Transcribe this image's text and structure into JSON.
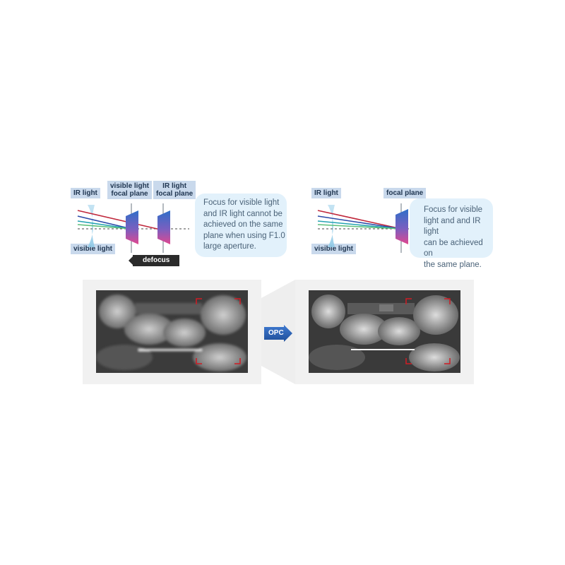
{
  "left_diagram": {
    "labels": {
      "ir_light": "IR light",
      "visible_focal_plane": "visible light\nfocal plane",
      "ir_focal_plane": "IR light\nfocal plane",
      "visible_light": "visible light",
      "defocus": "defocus"
    },
    "callout": "Focus for visible light\nand IR light cannot be\nachieved on the same\nplane when using F1.0\nlarge aperture."
  },
  "right_diagram": {
    "labels": {
      "ir_light": "IR light",
      "focal_plane": "focal plane",
      "visible_light": "visible light"
    },
    "callout": "Focus for visible\nlight and and IR light\ncan be achieved on\nthe same plane."
  },
  "comparison": {
    "arrow_label": "OPC"
  },
  "colors": {
    "ray_red": "#c0283c",
    "ray_blue": "#2b4aa8",
    "ray_teal": "#25a3b3",
    "ray_green": "#5dbf7a",
    "tag_bg": "#c9d9ec",
    "bubble_bg": "#e2f1fb",
    "marker_red": "#d01c24"
  }
}
